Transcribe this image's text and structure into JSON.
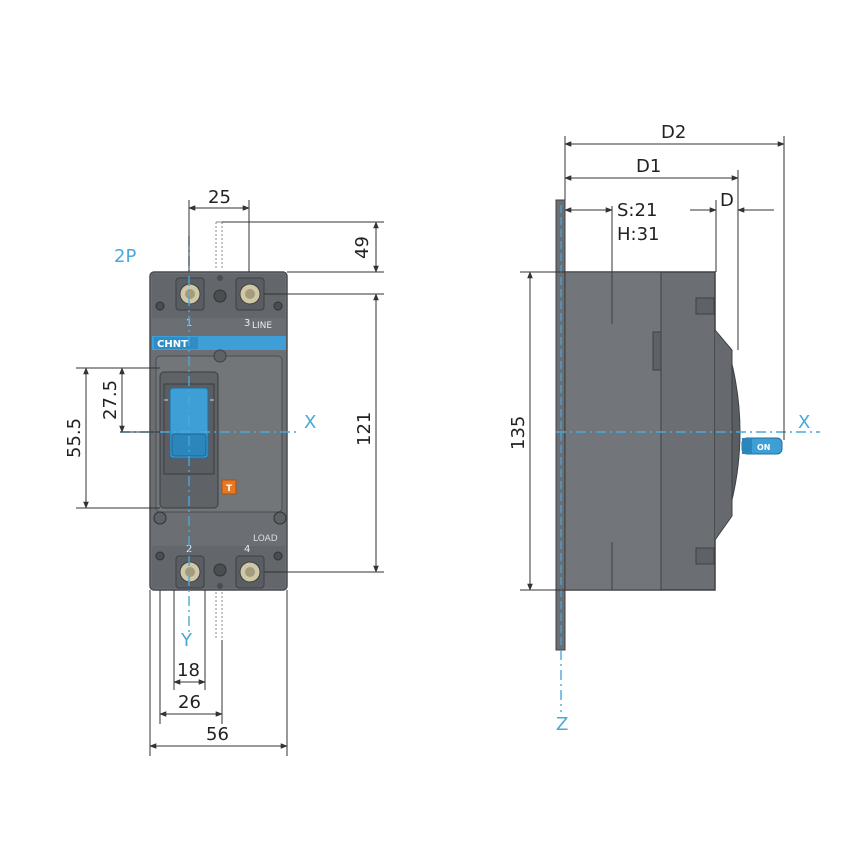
{
  "colors": {
    "body": "#6b6e72",
    "body_dark": "#55585c",
    "accent": "#4aa8d8",
    "handle": "#3d9fd6",
    "label_orange": "#e87722"
  },
  "front": {
    "pole_label": "2P",
    "brand": "CHNT",
    "terminal_1": "1",
    "terminal_2": "2",
    "terminal_3": "3",
    "line_sub": "LINE",
    "terminal_4": "4",
    "load_label": "LOAD",
    "handle_mark": "T",
    "dims": {
      "top_spacing": "25",
      "top_offset": "49",
      "handle_offset": "27.5",
      "handle_span": "55.5",
      "terminal_span": "121",
      "bottom_inner": "18",
      "bottom_mid": "26",
      "width": "56"
    },
    "axis_x": "X",
    "axis_y": "Y"
  },
  "side": {
    "dims": {
      "d2": "D2",
      "d1": "D1",
      "d": "D",
      "s": "S:21",
      "h": "H:31",
      "height": "135"
    },
    "axis_x": "X",
    "axis_z": "Z",
    "handle_text": "ON"
  }
}
